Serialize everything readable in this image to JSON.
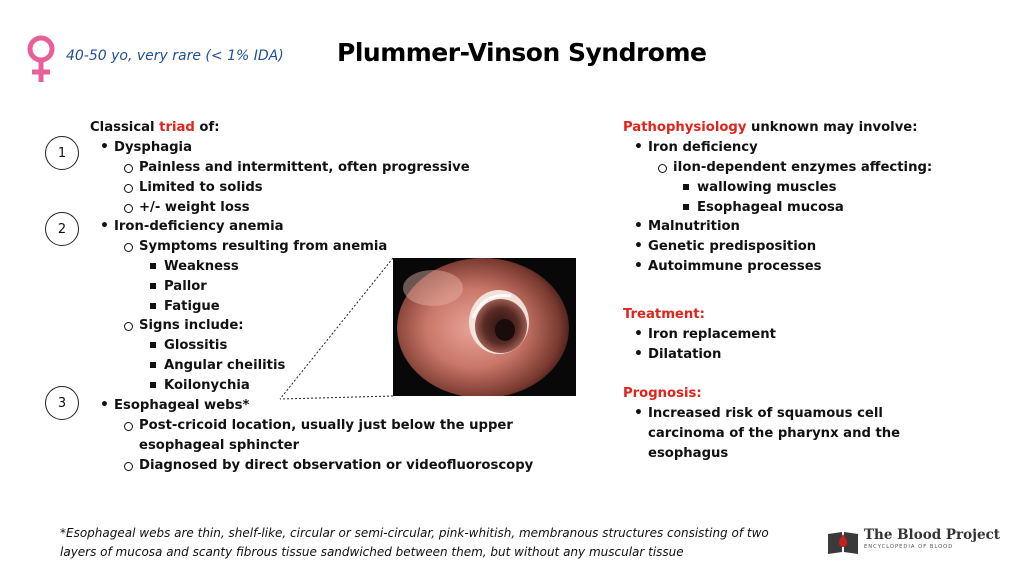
{
  "header": {
    "subtitle": "40-50 yo, very rare (< 1% IDA)",
    "title": "Plummer-Vinson Syndrome"
  },
  "icons": {
    "female": "female-symbol-icon",
    "logo": "book-drop-icon"
  },
  "colors": {
    "accent_red": "#e0231b",
    "subtitle_blue": "#1f4e99",
    "female_pink": "#e8609a"
  },
  "markers": [
    "1",
    "2",
    "3"
  ],
  "left": {
    "intro_a": "Classical ",
    "intro_b": "triad",
    "intro_c": " of:",
    "dysphagia": {
      "label": "Dysphagia",
      "items": [
        "Painless and intermittent, often progressive",
        "Limited to solids",
        "+/- weight loss"
      ]
    },
    "anemia": {
      "label": "Iron-deficiency anemia",
      "symptoms_label": "Symptoms resulting from anemia",
      "symptoms": [
        "Weakness",
        "Pallor",
        "Fatigue"
      ],
      "signs_label": "Signs include:",
      "signs": [
        "Glossitis",
        "Angular cheilitis",
        "Koilonychia"
      ]
    },
    "webs": {
      "label": "Esophageal webs*",
      "location_line1": "Post-cricoid location, usually just below the upper",
      "location_line2": "esophageal sphincter",
      "diagnosis": "Diagnosed by direct observation or videofluoroscopy"
    }
  },
  "right": {
    "patho_a": "Pathophysiology",
    "patho_b": " unknown may involve:",
    "patho_items": {
      "iron": "Iron deficiency",
      "enzymes": "iIon-dependent enzymes affecting:",
      "enzyme_targets": [
        "wallowing muscles",
        "Esophageal mucosa"
      ],
      "others": [
        "Malnutrition",
        "Genetic predisposition",
        "Autoimmune processes"
      ]
    },
    "treatment_label": "Treatment:",
    "treatment": [
      "Iron replacement",
      "Dilatation"
    ],
    "prognosis_label": "Prognosis:",
    "prognosis_lines": [
      "Increased risk of squamous cell",
      "carcinoma of the pharynx and the",
      "esophagus"
    ]
  },
  "footnote": {
    "line1": "*Esophageal webs are thin, shelf-like, circular or semi-circular,  pink-whitish, membranous structures consisting of two",
    "line2": "layers of mucosa and scanty fibrous tissue sandwiched between  them, but without any muscular tissue"
  },
  "logo": {
    "name": "The Blood Project",
    "tagline": "ENCYCLOPEDIA OF BLOOD"
  }
}
